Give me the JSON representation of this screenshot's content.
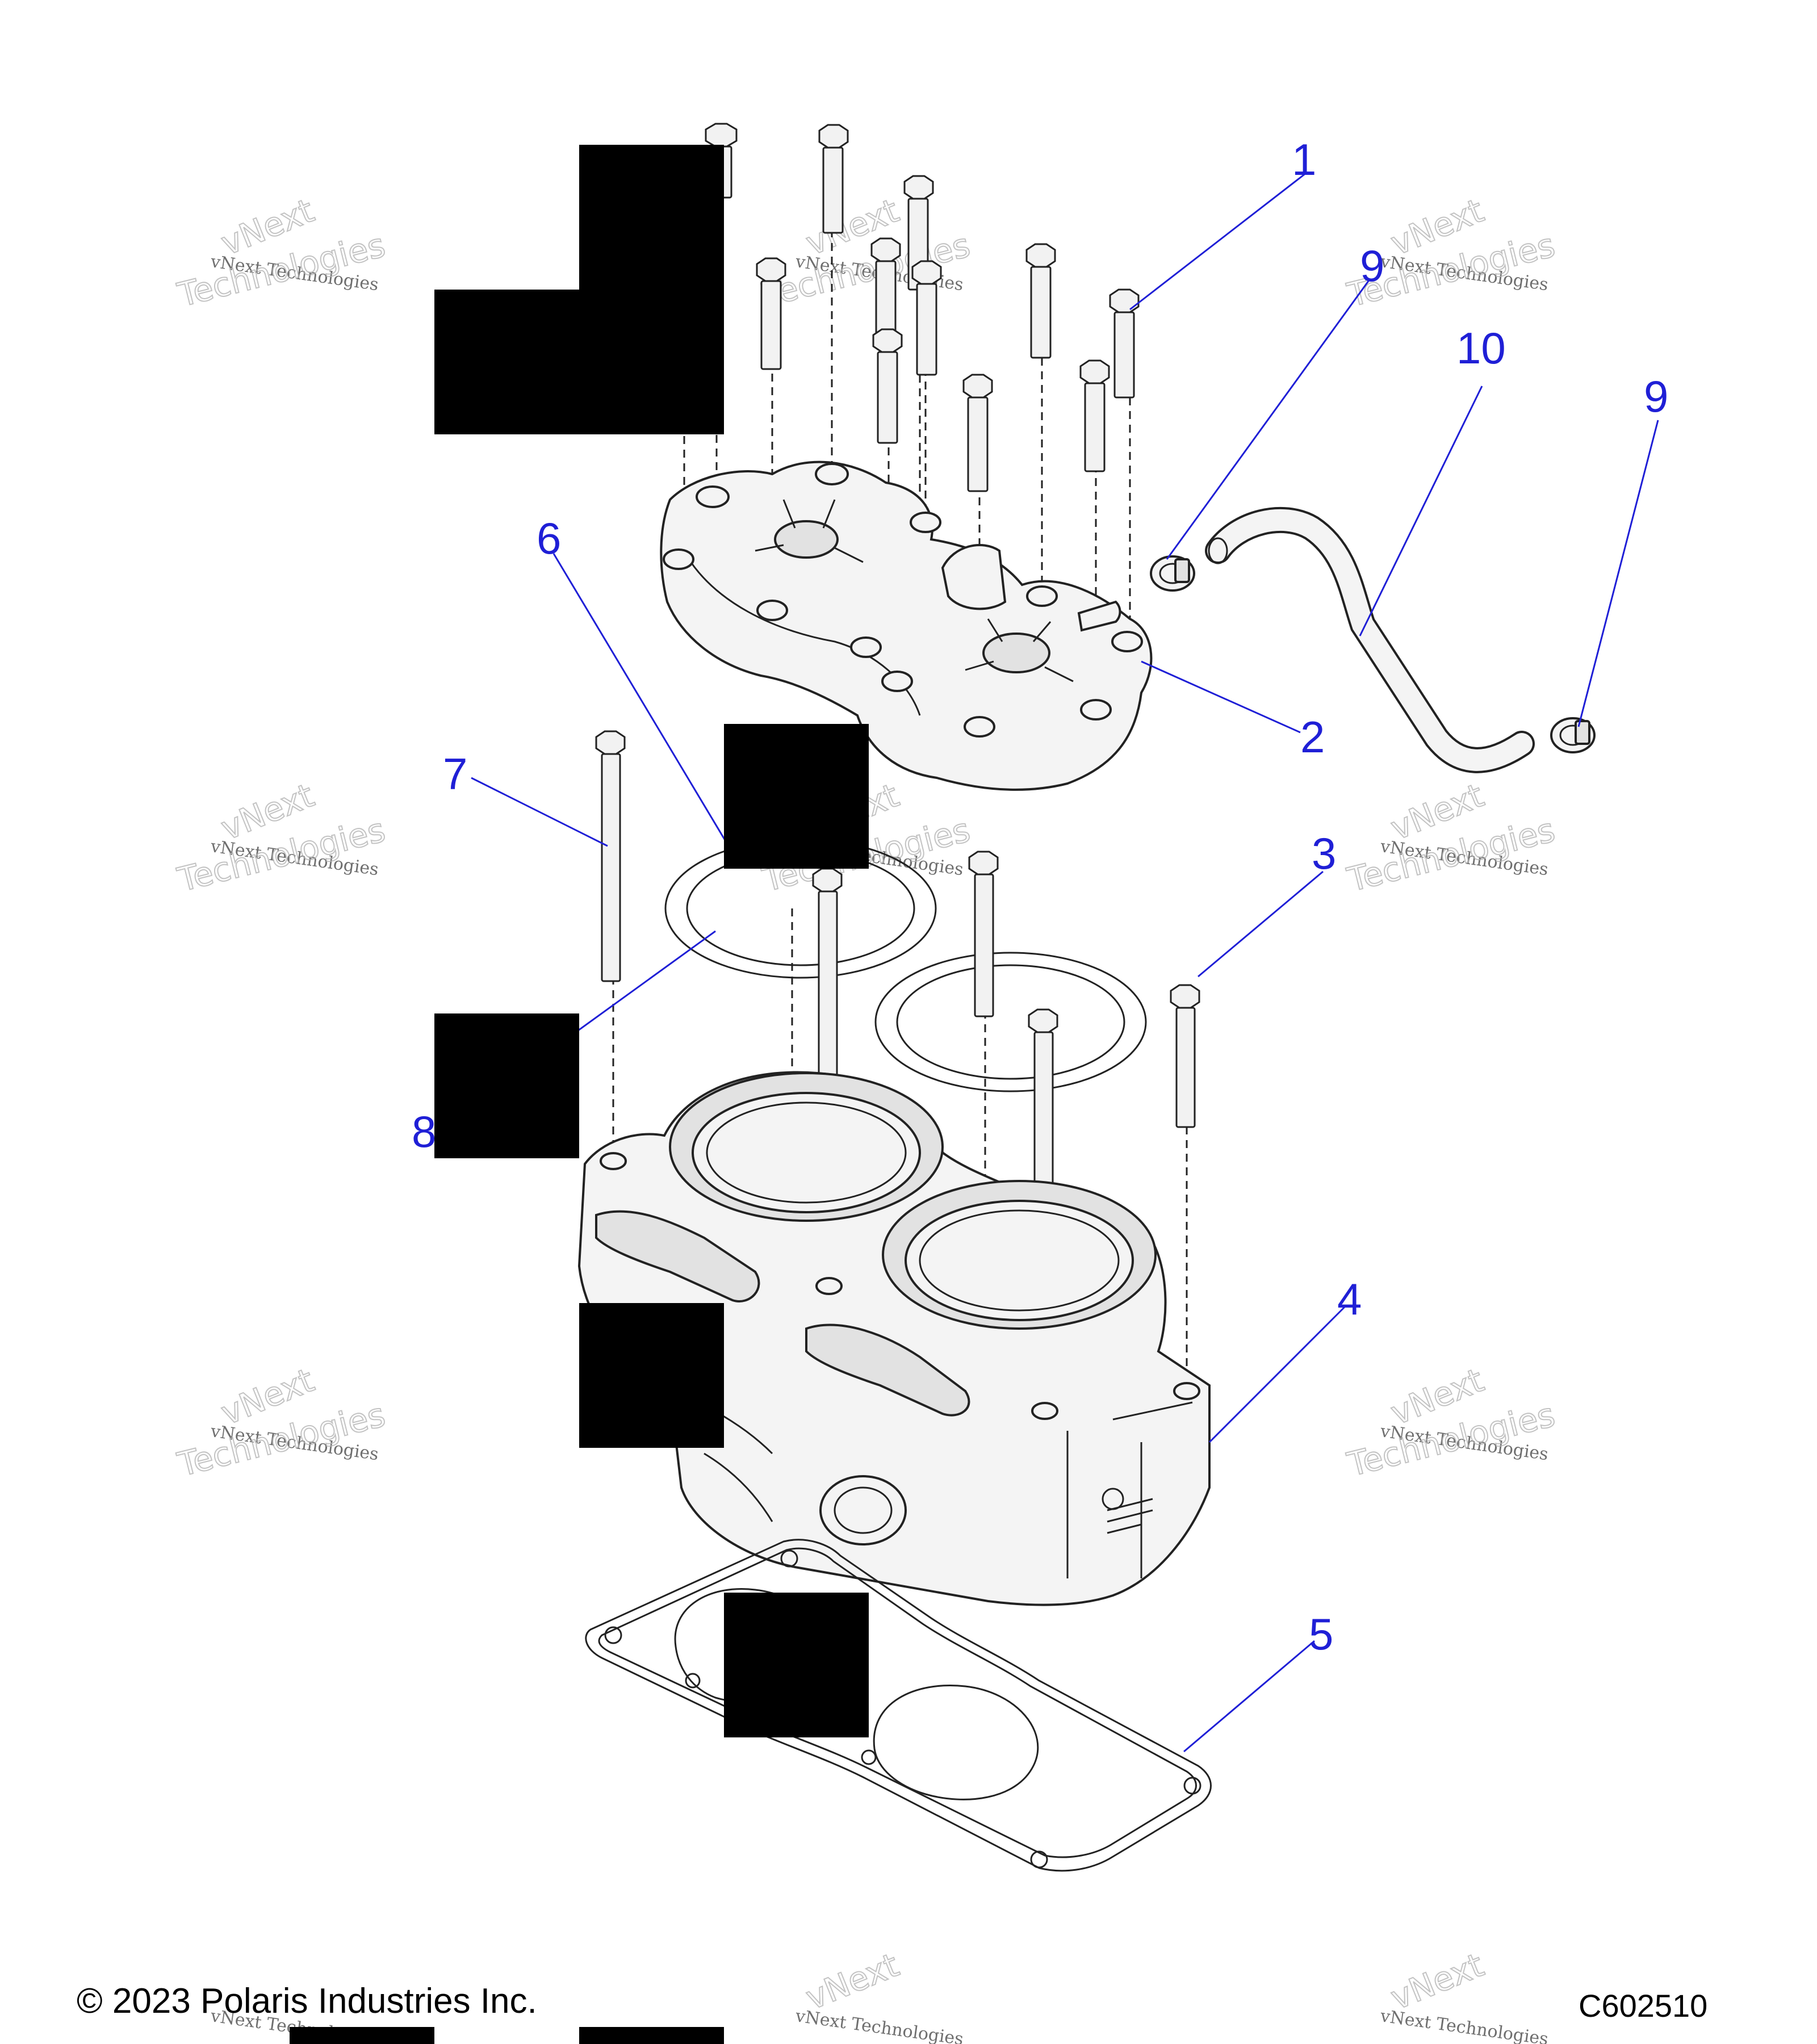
{
  "diagram": {
    "callouts": [
      "1",
      "2",
      "3",
      "4",
      "5",
      "6",
      "7",
      "8",
      "9",
      "9",
      "10"
    ]
  },
  "watermark": {
    "brand_top": "vNext",
    "line": "vNext Technologies",
    "big": "Technologies"
  },
  "footer": {
    "copyright": "© 2023 Polaris Industries Inc.",
    "drawing_id": "C602510"
  }
}
